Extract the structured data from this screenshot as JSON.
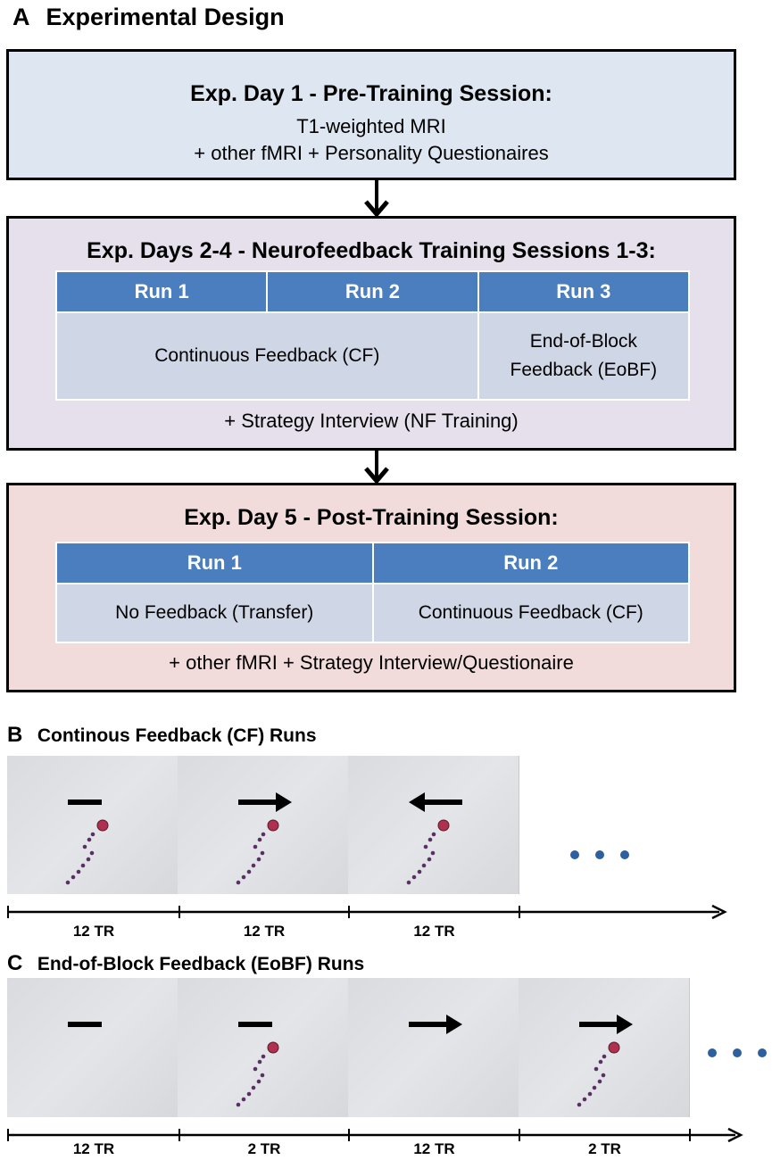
{
  "section_a": {
    "letter": "A",
    "title": "Experimental Design"
  },
  "day1": {
    "title": "Exp. Day 1 - Pre-Training Session:",
    "line1": "T1-weighted MRI",
    "line2": "+ other fMRI + Personality Questionaires",
    "bg": "#dde6f1"
  },
  "days24": {
    "title": "Exp. Days 2-4 - Neurofeedback Training Sessions 1-3:",
    "runs": [
      "Run 1",
      "Run 2",
      "Run 3"
    ],
    "cf_cell": "Continuous Feedback (CF)",
    "eobf_cell_line1": "End-of-Block",
    "eobf_cell_line2": "Feedback (EoBF)",
    "footer": "+ Strategy Interview (NF Training)",
    "bg": "#e6dfec"
  },
  "day5": {
    "title": "Exp. Day 5 - Post-Training Session:",
    "runs": [
      "Run 1",
      "Run 2"
    ],
    "cells": [
      "No Feedback (Transfer)",
      "Continuous Feedback (CF)"
    ],
    "footer": "+ other fMRI + Strategy Interview/Questionaire",
    "bg": "#f2dcdb"
  },
  "section_b": {
    "letter": "B",
    "title": "Continous Feedback (CF) Runs",
    "frames": [
      {
        "arrow": "dash",
        "trail": true
      },
      {
        "arrow": "right",
        "trail": true
      },
      {
        "arrow": "left",
        "trail": true
      }
    ],
    "tick_labels": [
      "12 TR",
      "12 TR",
      "12 TR"
    ]
  },
  "section_c": {
    "letter": "C",
    "title": "End-of-Block Feedback (EoBF) Runs",
    "frames": [
      {
        "arrow": "dash",
        "trail": false
      },
      {
        "arrow": "dash",
        "trail": true
      },
      {
        "arrow": "right",
        "trail": false
      },
      {
        "arrow": "right",
        "trail": true
      }
    ],
    "tick_labels": [
      "12 TR",
      "2 TR",
      "12 TR",
      "2 TR"
    ]
  },
  "colors": {
    "table_header": "#4a7ebf",
    "table_cell": "#cfd6e6",
    "trail_dot": "#5a2f63",
    "target_dot": "#b03050",
    "ellipsis_dot": "#2e5f9e"
  }
}
